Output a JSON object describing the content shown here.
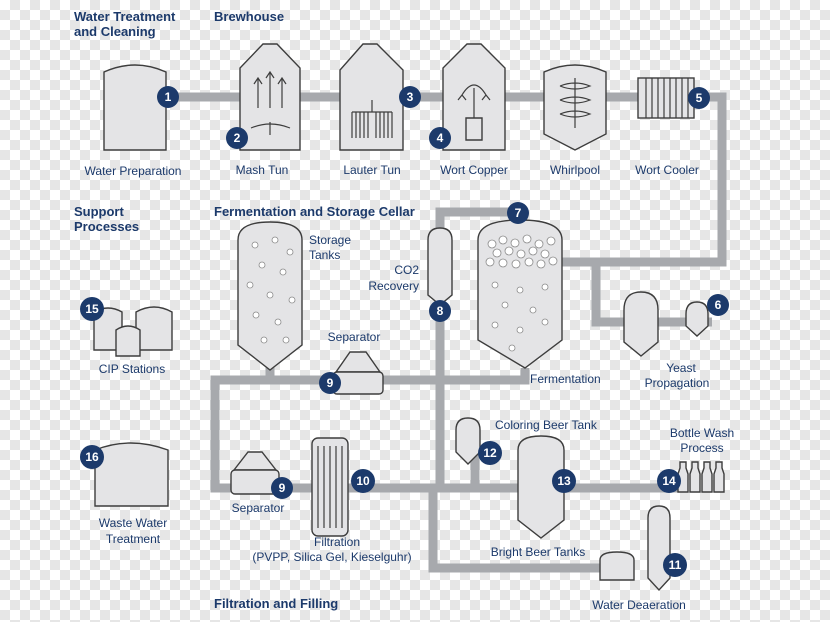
{
  "headings": {
    "water": [
      "Water Treatment",
      "and Cleaning"
    ],
    "brewhouse": "Brewhouse",
    "support": [
      "Support",
      "Processes"
    ],
    "fermentation": "Fermentation and Storage Cellar",
    "filtration": "Filtration and Filling"
  },
  "labels": {
    "water_prep": "Water Preparation",
    "mash_tun": "Mash Tun",
    "lauter_tun": "Lauter Tun",
    "wort_copper": "Wort Copper",
    "whirlpool": "Whirlpool",
    "wort_cooler": "Wort Cooler",
    "storage": [
      "Storage",
      "Tanks"
    ],
    "co2": [
      "CO2",
      "Recovery"
    ],
    "separator_top": "Separator",
    "fermentation": "Fermentation",
    "yeast": [
      "Yeast",
      "Propagation"
    ],
    "cip": "CIP Stations",
    "coloring": "Coloring Beer Tank",
    "bottle_wash": [
      "Bottle Wash",
      "Process"
    ],
    "waste": [
      "Waste Water",
      "Treatment"
    ],
    "separator_bottom": "Separator",
    "filtration": [
      "Filtration",
      "(PVPP, Silica Gel, Kieselguhr)"
    ],
    "bright_beer": "Bright Beer Tanks",
    "deaeration": "Water Deaeration"
  },
  "badges": {
    "b1": "1",
    "b2": "2",
    "b3": "3",
    "b4": "4",
    "b5": "5",
    "b6": "6",
    "b7": "7",
    "b8": "8",
    "b9a": "9",
    "b9b": "9",
    "b10": "10",
    "b11": "11",
    "b12": "12",
    "b13": "13",
    "b14": "14",
    "b15": "15",
    "b16": "16"
  },
  "colors": {
    "navy": "#1c3a6b",
    "pipe": "#a7a9ad",
    "vessel": "#e4e4e6"
  }
}
